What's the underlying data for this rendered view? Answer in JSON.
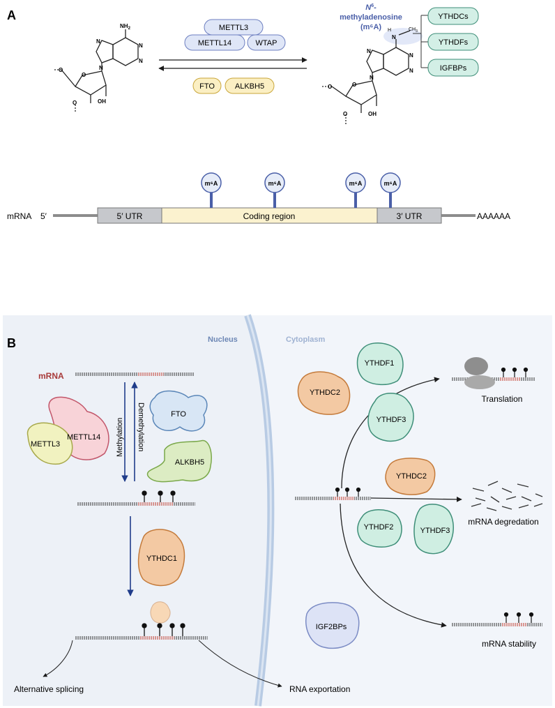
{
  "panel_a": {
    "label": "A",
    "writers": [
      "METTL3",
      "METTL14",
      "WTAP"
    ],
    "erasers": [
      "FTO",
      "ALKBH5"
    ],
    "readers": [
      "YTHDCs",
      "YTHDFs",
      "IGFBPs"
    ],
    "product_name_1": "N",
    "product_name_sup": "6",
    "product_name_2": "-",
    "product_name_3": "methyladenosine",
    "product_abbrev": "(m⁶A)",
    "atoms": {
      "nh2": "NH",
      "nh2_sub": "2",
      "n": "N",
      "nh": "N",
      "h": "H",
      "ch3": "CH",
      "ch3_sub": "3",
      "o": "O",
      "oh": "OH"
    },
    "mrna": {
      "label": "mRNA",
      "five_prime": "5′",
      "utr5": "5′ UTR",
      "coding": "Coding region",
      "utr3": "3′ UTR",
      "polya": "AAAAAA",
      "marker": "m⁶A"
    }
  },
  "panel_b": {
    "label": "B",
    "nucleus": "Nucleus",
    "cytoplasm": "Cytoplasm",
    "mrna_label": "mRNA",
    "methylation": "Methylation",
    "demethylation": "Demethylation",
    "proteins": {
      "mettl3": "METTL3",
      "mettl14": "METTL14",
      "fto": "FTO",
      "alkbh5": "ALKBH5",
      "ythdc1": "YTHDC1",
      "ythdc2_top": "YTHDC2",
      "ythdf1": "YTHDF1",
      "ythdf3_top": "YTHDF3",
      "ythdc2_mid": "YTHDC2",
      "ythdf2": "YTHDF2",
      "ythdf3_bottom": "YTHDF3",
      "igf2bps": "IGF2BPs"
    },
    "outcomes": {
      "translation": "Translation",
      "degradation": "mRNA degredation",
      "stability": "mRNA stability",
      "splicing": "Alternative splicing",
      "export": "RNA exportation"
    }
  },
  "colors": {
    "writer_fill": "#dfe6f7",
    "writer_stroke": "#6d7fc0",
    "eraser_fill": "#fbefc3",
    "eraser_stroke": "#c9a63a",
    "reader_fill": "#d3efe6",
    "reader_stroke": "#3e8e78",
    "mod_blue": "#4a5fa8",
    "mrna_red": "#a83a3a",
    "nucleus_bg": "#eef2f8",
    "cyto_bg": "#f2f5fa"
  }
}
